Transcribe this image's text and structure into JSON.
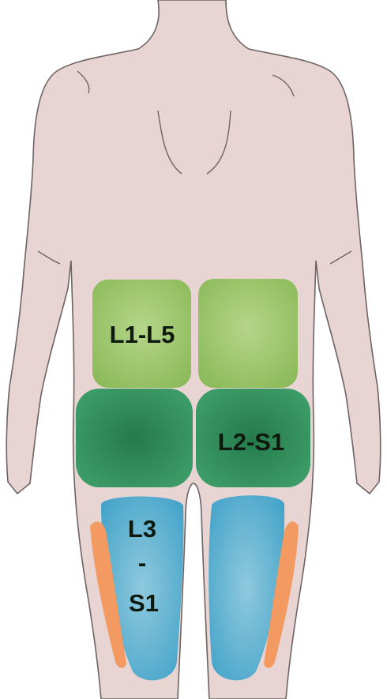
{
  "diagram": {
    "regions": [
      {
        "id": "lumbar",
        "label": "L1-L5",
        "color": "#9cc66a"
      },
      {
        "id": "gluteal",
        "label": "L2-S1",
        "color": "#2f8f5c"
      },
      {
        "id": "thigh",
        "label_lines": [
          "L3",
          "-",
          "S1"
        ],
        "color": "#4aa8cc"
      },
      {
        "id": "lateral-thigh",
        "label": "",
        "color": "#f39a62"
      }
    ],
    "skin_color": "#e8d5d3",
    "outline_color": "#6d6463"
  }
}
